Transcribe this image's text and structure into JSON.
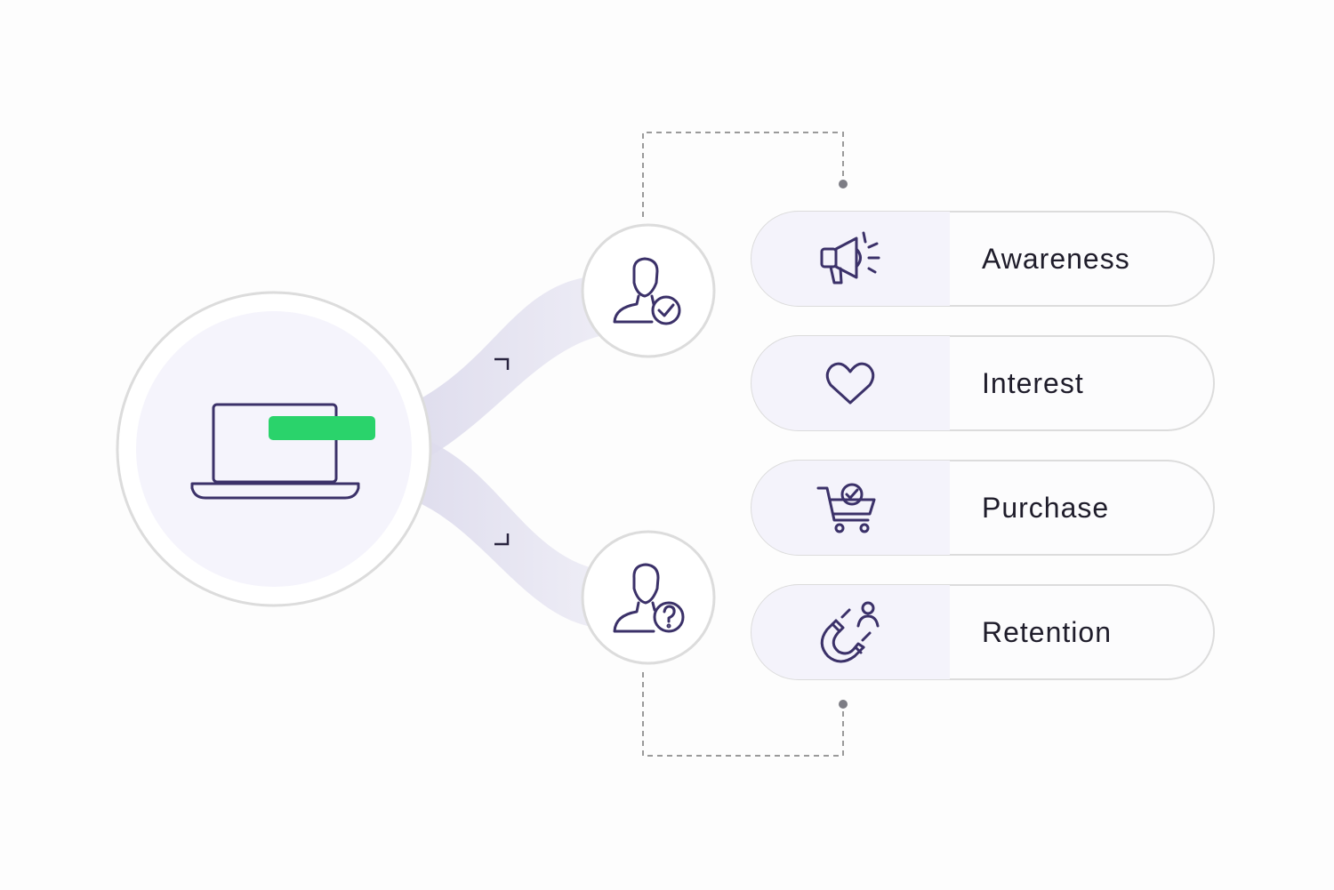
{
  "stages": [
    {
      "id": "awareness",
      "label": "Awareness",
      "icon": "megaphone-icon"
    },
    {
      "id": "interest",
      "label": "Interest",
      "icon": "heart-icon"
    },
    {
      "id": "purchase",
      "label": "Purchase",
      "icon": "shopping-cart-check-icon"
    },
    {
      "id": "retention",
      "label": "Retention",
      "icon": "magnet-user-icon"
    }
  ],
  "nodes": {
    "source": {
      "icon": "laptop-icon",
      "badge_color": "#2ad36b"
    },
    "verified_user": {
      "icon": "user-check-icon"
    },
    "unknown_user": {
      "icon": "user-question-icon"
    }
  },
  "colors": {
    "icon_stroke": "#3b3169",
    "node_fill": "#f5f4fc",
    "border": "#dddddd",
    "connector": "#e9e8f3",
    "dash": "#9a9a9a",
    "label_text": "#1f1d2b"
  }
}
